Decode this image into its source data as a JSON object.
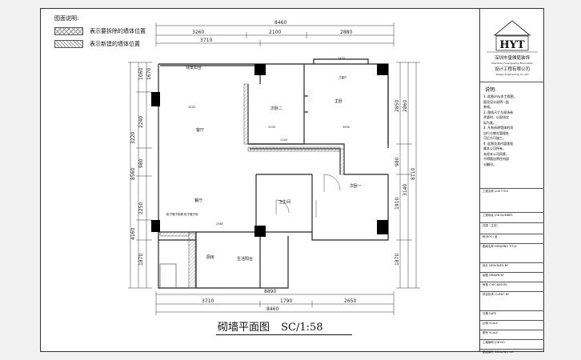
{
  "legend": {
    "title": "图面说明:",
    "demolish_label": "表示要拆除的墙体位置",
    "new_label": "表示新建的墙体位置"
  },
  "drawing": {
    "title": "砌墙平面图",
    "scale": "SC/1:58"
  },
  "dims": {
    "top_total": "8460",
    "top_a": "3260",
    "top_b": "2100",
    "top_c": "2880",
    "top_d": "3710",
    "bottom_total_a": "8890",
    "bottom_a": "3710",
    "bottom_b": "1790",
    "bottom_c": "2650",
    "bottom_total": "8460",
    "left_total": "8560",
    "left_a": "1060",
    "left_b": "3220",
    "left_c": "2240",
    "left_d": "980",
    "left_e": "2250",
    "left_f": "4160",
    "left_g": "1870",
    "left_h": "1670",
    "right_total": "8110",
    "right_a": "2850",
    "right_b": "2860",
    "right_c": "980",
    "right_d": "3140",
    "right_e": "1910",
    "right_f": "1870",
    "inner_a": "3250",
    "inner_b": "3130",
    "inner_c": "3000",
    "inner_d": "1470",
    "inner_e": "1120",
    "inner_f": "2360"
  },
  "rooms": {
    "balcony_view": "观景阳台",
    "bedroom2": "次卧二",
    "master": "主卧",
    "living": "客厅",
    "dining": "餐厅",
    "bath": "卫生间",
    "bedroom1": "次卧一",
    "kitchen": "厨房",
    "service_balcony": "生活阳台",
    "window": "凸窗户",
    "note": "柜子做子柜阁 柜子做子柜"
  },
  "titleblock": {
    "logo": "HYT",
    "company1": "深圳市皇雅庭装饰",
    "company1_en": "Shenzhen Huangyating Decoration",
    "company2": "设计工程有限公司",
    "company2_en": "Design Engineering Co.,Ltd",
    "notes_title": "说明:",
    "notes": [
      "1. 此图only本工程图，",
      "   图及设计说明一起",
      "   参阅。",
      "2. 图纸尺寸与现场有",
      "   矛盾时，以现场实",
      "   际为准。",
      "3. 凡有拆除墙体的须",
      "   自行与物业管理处",
      "   可后方可施工。",
      "4. 此图及其内容版权",
      "   属本公司所有，",
      "   未经本公司同意，",
      "   不得擅自将任何部",
      "   分翻印。"
    ],
    "rows": [
      "工程名称 208 TITLE",
      "工程地址 JOB NUMBER",
      "花园（主宅）",
      "栋(ROC)        室",
      "图纸名称 DRAWING TITLE",
      "设计 DESIGNED BY",
      "绘图 DRAWN  BY",
      "审核 CHECKED BY",
      "项目负责 CLIENT BY",
      "日期 DATE",
      "比例 SCALE",
      "图号 SCALE",
      "工程编号 JOB NO.",
      "图纸编号 DRAWING NO."
    ]
  }
}
